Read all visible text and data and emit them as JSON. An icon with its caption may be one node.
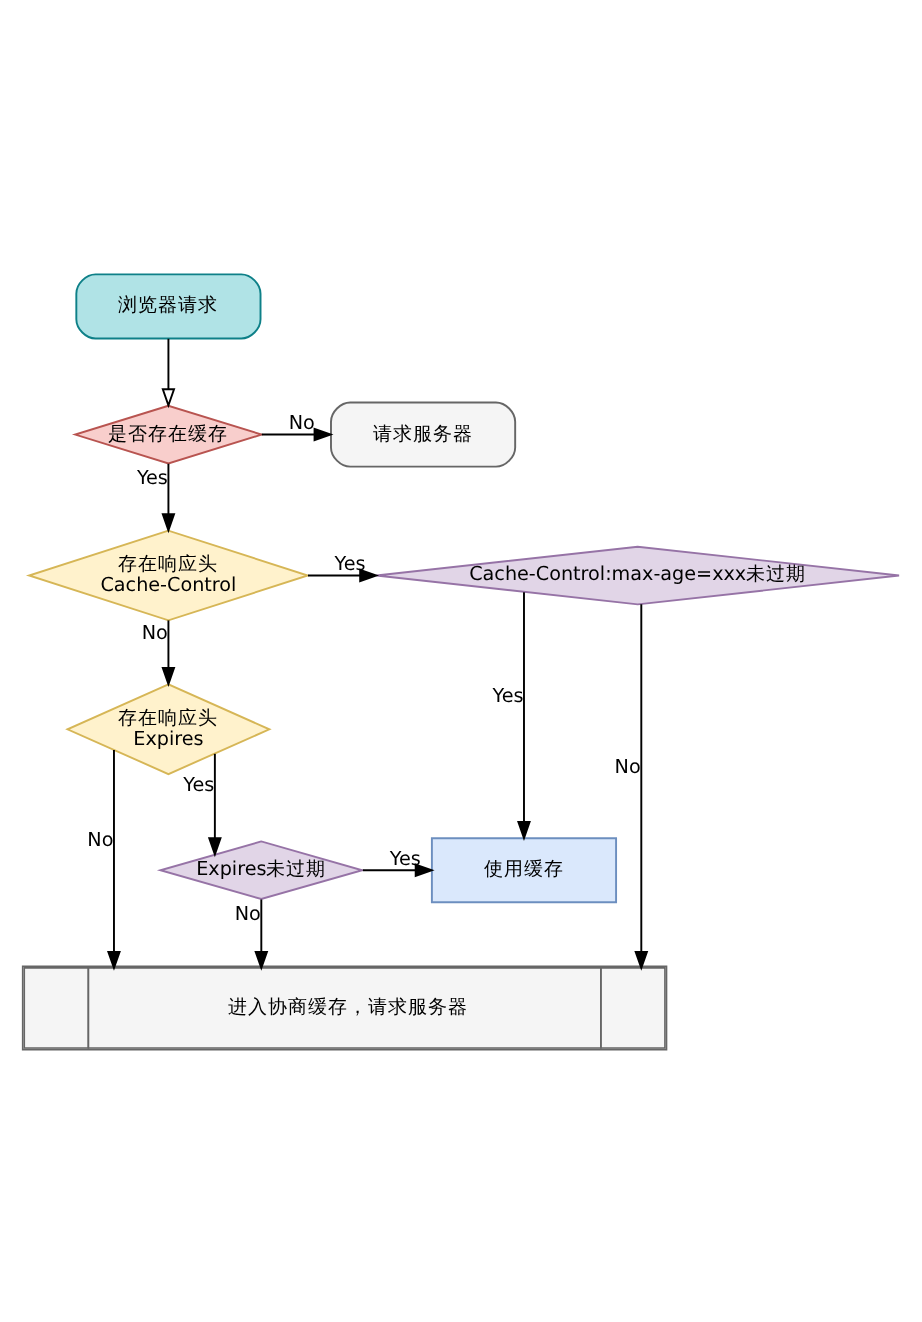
{
  "diagram": {
    "nodes": [
      {
        "text": [
          "浏览器请求"
        ]
      },
      {
        "text": [
          "是否存在缓存"
        ]
      },
      {
        "text": [
          "请求服务器"
        ]
      },
      {
        "text": [
          "存在响应头 Cache-Control"
        ]
      },
      {
        "text": [
          "Cache-Control:max-age=xxx未过期"
        ]
      },
      {
        "text": [
          "存在响应头 Expires"
        ]
      },
      {
        "text": [
          "Expires未过期"
        ]
      },
      {
        "text": [
          "使用缓存"
        ]
      },
      {
        "text": [
          "进入协商缓存，请求服务器"
        ]
      }
    ],
    "edges": [
      {
        "from": 0,
        "to": 1,
        "arrow": "to"
      },
      {
        "from": 1,
        "to": 2,
        "arrow": "to",
        "label": "No"
      },
      {
        "from": 1,
        "to": 3,
        "arrow": "to",
        "label": "Yes"
      },
      {
        "from": 3,
        "to": 4,
        "arrow": "to",
        "label": "Yes"
      },
      {
        "from": 4,
        "to": 8,
        "arrow": "to",
        "label": "No"
      },
      {
        "from": 3,
        "to": 5,
        "arrow": "to",
        "label": "No"
      },
      {
        "from": 4,
        "to": 7,
        "arrow": "to",
        "label": "Yes"
      },
      {
        "from": 5,
        "to": 8,
        "arrow": "to",
        "label": "No"
      },
      {
        "from": 5,
        "to": 6,
        "arrow": "to",
        "label": "Yes"
      },
      {
        "from": 6,
        "to": 7,
        "arrow": "to",
        "label": "Yes"
      },
      {
        "from": 6,
        "to": 8,
        "arrow": "to",
        "label": "No"
      }
    ]
  }
}
